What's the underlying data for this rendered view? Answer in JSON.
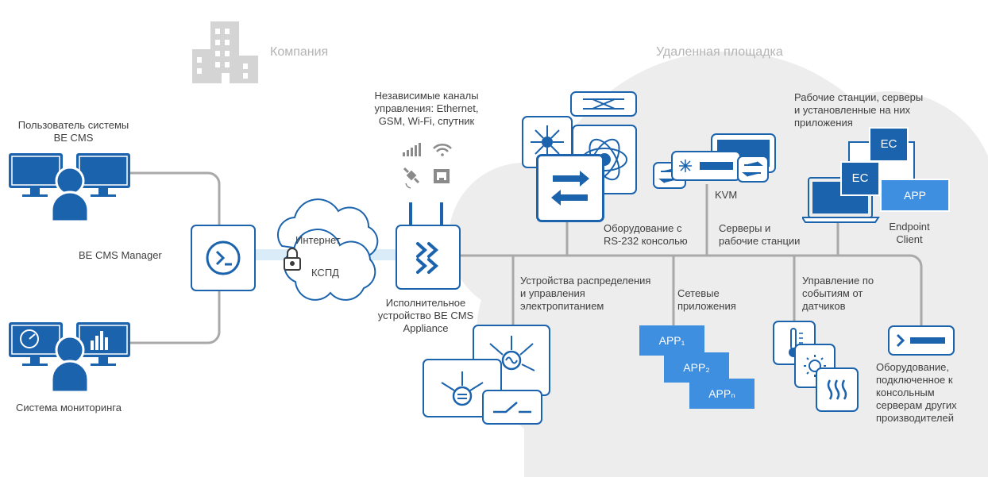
{
  "zones": {
    "company": "Компания",
    "remote_site": "Удаленная площадка"
  },
  "left": {
    "user_label": "Пользователь системы\nBE CMS",
    "monitoring_label": "Система мониторинга",
    "manager_label": "BE CMS Manager"
  },
  "network": {
    "internet": "Интернет",
    "kspd": "КСПД"
  },
  "appliance": {
    "channels_label": "Независимые каналы\nуправления: Ethernet,\nGSM, Wi-Fi, спутник",
    "label": "Исполнительное\nустройство BE CMS\nAppliance"
  },
  "remote": {
    "rs232_label": "Оборудование с\nRS-232 консолью",
    "kvm_label": "KVM",
    "servers_label": "Серверы и\nрабочие станции",
    "workstations_label": "Рабочие станции, серверы\nи установленные на них\nприложения",
    "ec_label": "EC",
    "app_label": "APP",
    "endpoint_label": "Endpoint\nClient",
    "power_label": "Устройства распределения\nи управления\nэлектропитанием",
    "netapps_label": "Сетевые\nприложения",
    "app1": "APP₁",
    "app2": "APP₂",
    "appn": "APPₙ",
    "sensors_label": "Управление по\nсобытиям от\nдатчиков",
    "other_label": "Оборудование,\nподключенное к\nконсольным\nсерверам других\nпроизводителей"
  },
  "colors": {
    "primary_blue": "#1b63ad",
    "app_blue": "#3f8fe0",
    "line_gray": "#a9a9a9",
    "cloud_gray": "#ededed",
    "zone_text": "#b4b4b4"
  }
}
